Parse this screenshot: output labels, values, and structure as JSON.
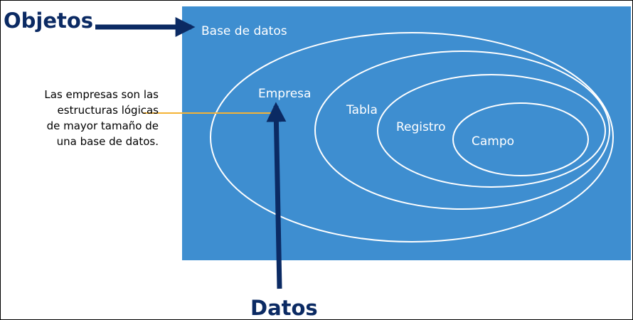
{
  "colors": {
    "panel": "#3e8ed0",
    "ring": "#ffffff",
    "arrow": "#0b2a63",
    "connector": "#f5b335",
    "text_dark": "#000000"
  },
  "labels": {
    "objects": "Objetos",
    "data": "Datos",
    "database": "Base de datos",
    "company": "Empresa",
    "table": "Tabla",
    "record": "Registro",
    "field": "Campo"
  },
  "description": {
    "lines": [
      "Las empresas son las",
      "estructuras lógicas",
      "de mayor tamaño de",
      "una base de datos."
    ]
  }
}
